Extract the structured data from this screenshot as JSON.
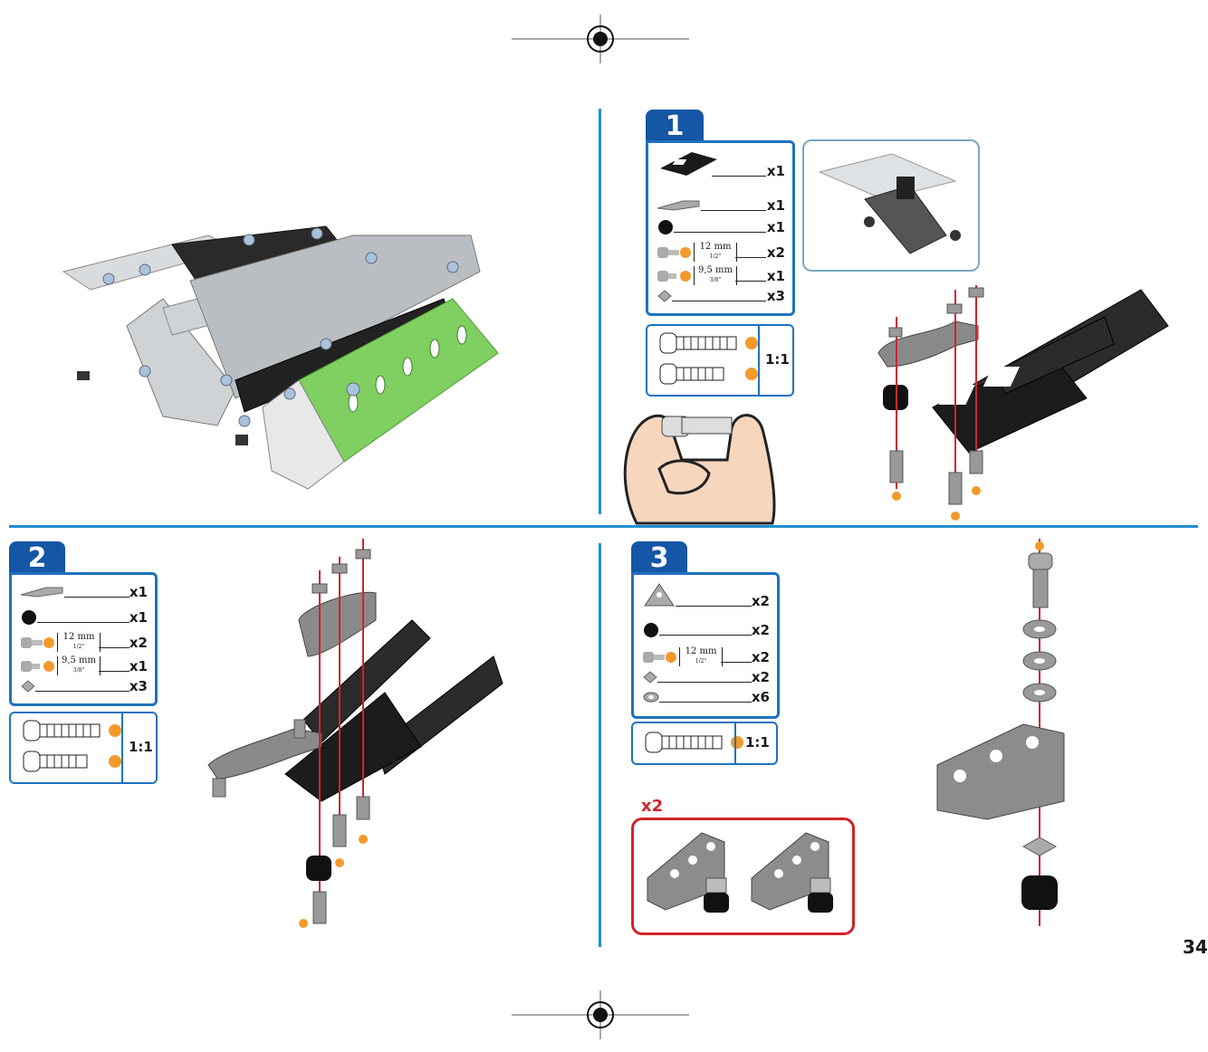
{
  "page_number": "34",
  "colors": {
    "divider": "#1f8fcf",
    "step_tab": "#1556a6",
    "box_border": "#1f72bd",
    "badge": "#f39a2c",
    "axis_red": "#d2232a",
    "plate_green": "#7fd060"
  },
  "steps": [
    {
      "number": "1",
      "parts": [
        {
          "icon": "black-plate-icon",
          "qty": "x1"
        },
        {
          "icon": "flat-bracket-icon",
          "qty": "x1"
        },
        {
          "icon": "spacer-icon",
          "qty": "x1"
        },
        {
          "icon": "bolt-12mm-icon",
          "size": "12 mm",
          "size_inch": "1/2\"",
          "qty": "x2"
        },
        {
          "icon": "bolt-9mm-icon",
          "size": "9,5 mm",
          "size_inch": "3/8\"",
          "qty": "x1"
        },
        {
          "icon": "nut-icon",
          "qty": "x3"
        }
      ],
      "scale": "1:1"
    },
    {
      "number": "2",
      "parts": [
        {
          "icon": "flat-bracket-icon",
          "qty": "x1"
        },
        {
          "icon": "spacer-icon",
          "qty": "x1"
        },
        {
          "icon": "bolt-12mm-icon",
          "size": "12 mm",
          "size_inch": "1/2\"",
          "qty": "x2"
        },
        {
          "icon": "bolt-9mm-icon",
          "size": "9,5 mm",
          "size_inch": "3/8\"",
          "qty": "x1"
        },
        {
          "icon": "nut-icon",
          "qty": "x3"
        }
      ],
      "scale": "1:1"
    },
    {
      "number": "3",
      "parts": [
        {
          "icon": "triangle-bracket-icon",
          "qty": "x2"
        },
        {
          "icon": "spacer-icon",
          "qty": "x2"
        },
        {
          "icon": "bolt-12mm-icon",
          "size": "12 mm",
          "size_inch": "1/2\"",
          "qty": "x2"
        },
        {
          "icon": "nut-icon",
          "qty": "x2"
        },
        {
          "icon": "washer-icon",
          "qty": "x6"
        }
      ],
      "scale": "1:1",
      "repeat_label": "x2"
    }
  ]
}
